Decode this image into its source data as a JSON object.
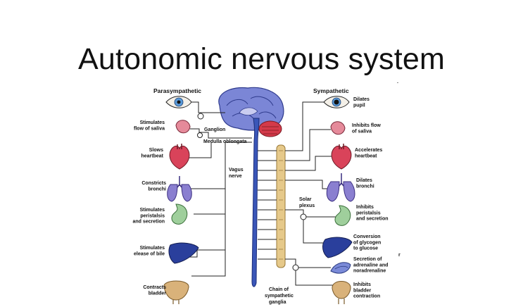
{
  "title": "Autonomic nervous system",
  "headers": {
    "parasympathetic": "Parasympathetic",
    "sympathetic": "Sympathetic"
  },
  "center_labels": {
    "ganglion": "Ganglion",
    "medulla": "Medulla oblongata",
    "vagus": [
      "Vagus",
      "nerve"
    ],
    "solar": [
      "Solar",
      "plexus"
    ],
    "chain": [
      "Chain of",
      "sympathetic",
      "ganglia"
    ]
  },
  "parasympathetic_effects": [
    {
      "organ": "eye",
      "lines": []
    },
    {
      "organ": "salivary-gland",
      "lines": [
        "Stimulates",
        "flow of saliva"
      ]
    },
    {
      "organ": "heart",
      "lines": [
        "Slows",
        "heartbeat"
      ]
    },
    {
      "organ": "lungs",
      "lines": [
        "Constricts",
        "bronchi"
      ]
    },
    {
      "organ": "stomach",
      "lines": [
        "Stimulates",
        "peristalsis",
        "and secretion"
      ]
    },
    {
      "organ": "liver",
      "lines": [
        "Stimulates",
        "elease of bile"
      ]
    },
    {
      "organ": "bladder",
      "lines": [
        "Contracts",
        "bladder"
      ]
    }
  ],
  "sympathetic_effects": [
    {
      "organ": "eye",
      "lines": [
        "Dilates",
        "pupil"
      ]
    },
    {
      "organ": "salivary-gland",
      "lines": [
        "Inhibits flow",
        "of saliva"
      ]
    },
    {
      "organ": "heart",
      "lines": [
        "Accelerates",
        "heartbeat"
      ]
    },
    {
      "organ": "lungs",
      "lines": [
        "Dilates",
        "bronchi"
      ]
    },
    {
      "organ": "stomach",
      "lines": [
        "Inhibits",
        "peristalsis",
        "and secretion"
      ]
    },
    {
      "organ": "liver",
      "lines": [
        "Conversion",
        "of glycogen",
        "to glucose"
      ]
    },
    {
      "organ": "adrenal",
      "lines": [
        "Secretion of",
        "adrenaline and",
        "noradrenaline"
      ]
    },
    {
      "organ": "bladder",
      "lines": [
        "Inhibits",
        "bladder",
        "contraction"
      ]
    }
  ],
  "colors": {
    "spine": "#3a56b8",
    "brain": "#7b86d6",
    "cerebellum": "#d43a4a",
    "heart": "#d9435a",
    "lungs": "#8a7fd0",
    "stomach": "#9fcf9c",
    "liver": "#2a3f9c",
    "bladder": "#d9b27a",
    "chain": "#e6c98a",
    "line": "#222222"
  }
}
